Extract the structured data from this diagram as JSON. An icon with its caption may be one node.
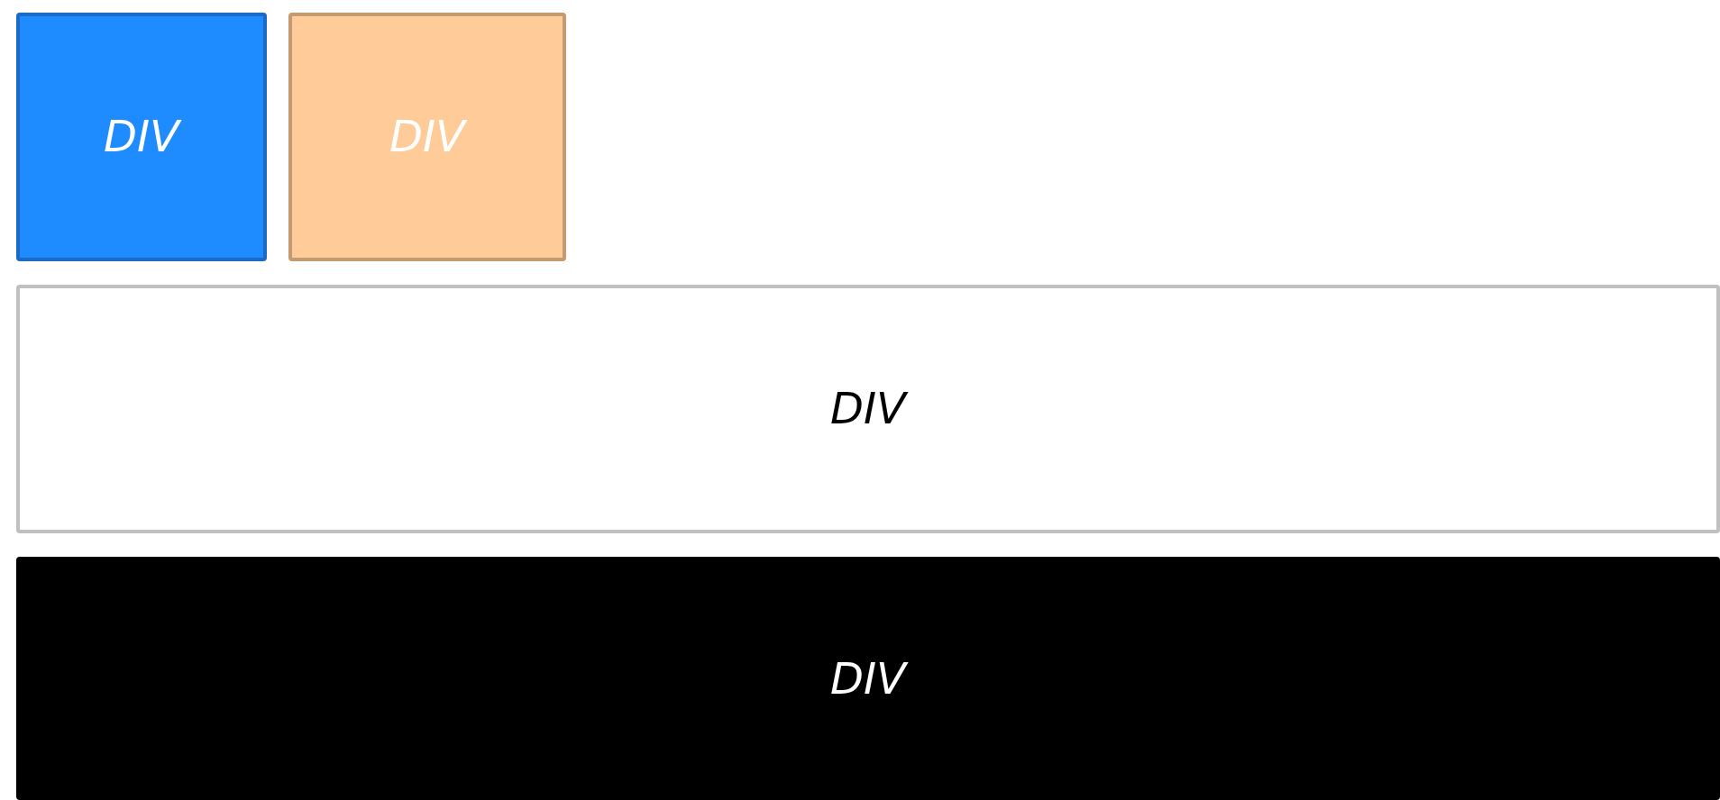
{
  "diagram": {
    "nodes": [
      {
        "text": [
          "DIV"
        ]
      },
      {
        "text": [
          "DIV"
        ]
      },
      {
        "text": [
          "DIV"
        ]
      },
      {
        "text": [
          "DIV"
        ]
      }
    ]
  }
}
